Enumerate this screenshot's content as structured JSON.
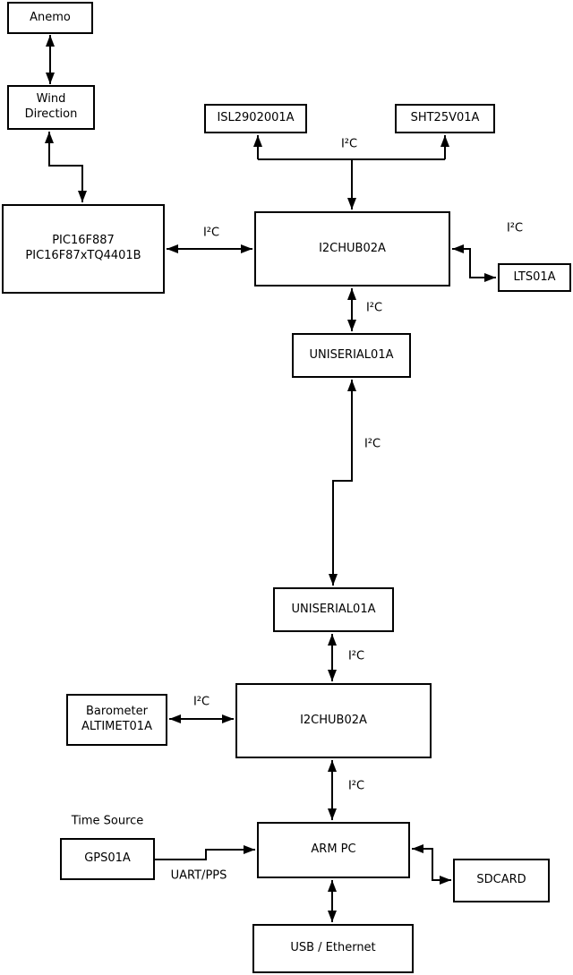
{
  "nodes": {
    "anemo": {
      "label": "Anemo"
    },
    "wind_direction": {
      "label": "Wind\nDirection"
    },
    "pic": {
      "label": "PIC16F887\nPIC16F87xTQ4401B"
    },
    "isl": {
      "label": "ISL2902001A"
    },
    "sht": {
      "label": "SHT25V01A"
    },
    "i2chub_top": {
      "label": "I2CHUB02A"
    },
    "lts": {
      "label": "LTS01A"
    },
    "uniserial_top": {
      "label": "UNISERIAL01A"
    },
    "uniserial_bottom": {
      "label": "UNISERIAL01A"
    },
    "i2chub_bottom": {
      "label": "I2CHUB02A"
    },
    "barometer": {
      "label": "Barometer\nALTIMET01A"
    },
    "gps": {
      "label": "GPS01A"
    },
    "arm_pc": {
      "label": "ARM PC"
    },
    "sdcard": {
      "label": "SDCARD"
    },
    "usb_ethernet": {
      "label": "USB / Ethernet"
    }
  },
  "labels": {
    "i2c_top_branch": "I²C",
    "i2c_hub1_left": "I²C",
    "i2c_hub1_right": "I²C",
    "i2c_hub1_uniserial": "I²C",
    "i2c_long_link": "I²C",
    "i2c_uniserial_hub2": "I²C",
    "i2c_barometer": "I²C",
    "i2c_hub2_armpc": "I²C",
    "time_source": "Time Source",
    "uart_pps": "UART/PPS"
  },
  "edges": [
    {
      "from": "Anemo",
      "to": "Wind Direction",
      "arrows": "both"
    },
    {
      "from": "Wind Direction",
      "to": "PIC16F887 PIC16F87xTQ4401B",
      "arrows": "both"
    },
    {
      "from": "PIC16F887 PIC16F87xTQ4401B",
      "to": "I2CHUB02A (top)",
      "arrows": "both",
      "label": "I²C"
    },
    {
      "from": "I2CHUB02A (top)",
      "to": "ISL2902001A",
      "arrows": "forward",
      "label": "I²C"
    },
    {
      "from": "I2CHUB02A (top)",
      "to": "SHT25V01A",
      "arrows": "forward",
      "label": "I²C"
    },
    {
      "from": "I2CHUB02A (top)",
      "to": "LTS01A",
      "arrows": "both",
      "label": "I²C"
    },
    {
      "from": "I2CHUB02A (top)",
      "to": "UNISERIAL01A (upper)",
      "arrows": "both",
      "label": "I²C"
    },
    {
      "from": "UNISERIAL01A (upper)",
      "to": "UNISERIAL01A (lower)",
      "arrows": "both",
      "label": "I²C"
    },
    {
      "from": "UNISERIAL01A (lower)",
      "to": "I2CHUB02A (bottom)",
      "arrows": "both",
      "label": "I²C"
    },
    {
      "from": "Barometer ALTIMET01A",
      "to": "I2CHUB02A (bottom)",
      "arrows": "both",
      "label": "I²C"
    },
    {
      "from": "I2CHUB02A (bottom)",
      "to": "ARM PC",
      "arrows": "both",
      "label": "I²C"
    },
    {
      "from": "GPS01A",
      "to": "ARM PC",
      "arrows": "forward",
      "label": "UART/PPS"
    },
    {
      "from": "ARM PC",
      "to": "SDCARD",
      "arrows": "both"
    },
    {
      "from": "ARM PC",
      "to": "USB / Ethernet",
      "arrows": "both"
    }
  ],
  "colors": {
    "line": "#000000",
    "box_border": "#000000",
    "background": "#ffffff",
    "text": "#000000"
  }
}
